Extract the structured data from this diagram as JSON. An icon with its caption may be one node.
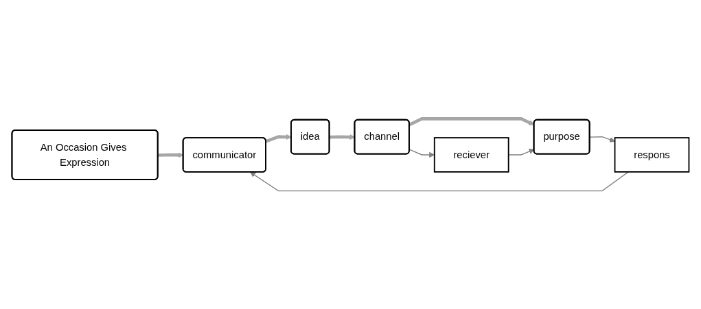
{
  "diagram": {
    "nodes": [
      {
        "text": [
          "An Occasion Gives Expression"
        ]
      },
      {
        "text": [
          "communicator"
        ]
      },
      {
        "text": [
          "idea"
        ]
      },
      {
        "text": [
          "channel"
        ]
      },
      {
        "text": [
          "reciever"
        ]
      },
      {
        "text": [
          "purpose"
        ]
      },
      {
        "text": [
          "respons"
        ]
      }
    ],
    "edges": [
      {
        "from": 0,
        "to": 1,
        "arrow": "to",
        "style": "thick",
        "color": "#a6a6a6"
      },
      {
        "from": 1,
        "to": 2,
        "arrow": "to",
        "style": "thick",
        "color": "#a6a6a6"
      },
      {
        "from": 2,
        "to": 3,
        "arrow": "to",
        "style": "thick",
        "color": "#a6a6a6"
      },
      {
        "from": 3,
        "to": 5,
        "arrow": "to",
        "style": "thick",
        "color": "#a6a6a6"
      },
      {
        "from": 3,
        "to": 4,
        "arrow": "to"
      },
      {
        "from": 4,
        "to": 5,
        "arrow": "to"
      },
      {
        "from": 5,
        "to": 6,
        "arrow": "to"
      },
      {
        "from": 6,
        "to": 1,
        "arrow": "to"
      }
    ]
  }
}
